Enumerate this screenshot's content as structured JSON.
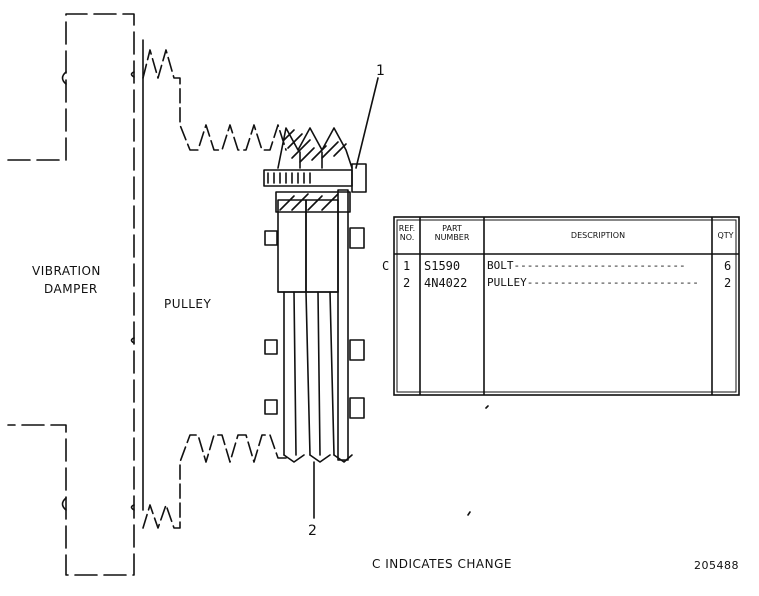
{
  "labels": {
    "vibration_damper_line1": "VIBRATION",
    "vibration_damper_line2": "DAMPER",
    "pulley": "PULLEY",
    "callout_1": "1",
    "callout_2": "2",
    "footer_note": "C INDICATES CHANGE",
    "drawing_number": "205488"
  },
  "parts_table": {
    "headers": {
      "ref_no_line1": "REF.",
      "ref_no_line2": "NO.",
      "part_number_line1": "PART",
      "part_number_line2": "NUMBER",
      "description": "DESCRIPTION",
      "qty": "QTY"
    },
    "rows": [
      {
        "change": "C",
        "ref": "1",
        "part_number": "S1590",
        "description": "BOLT--------------------------",
        "qty": "6"
      },
      {
        "change": "",
        "ref": "2",
        "part_number": "4N4022",
        "description": "PULLEY--------------------------",
        "qty": "2"
      }
    ]
  }
}
